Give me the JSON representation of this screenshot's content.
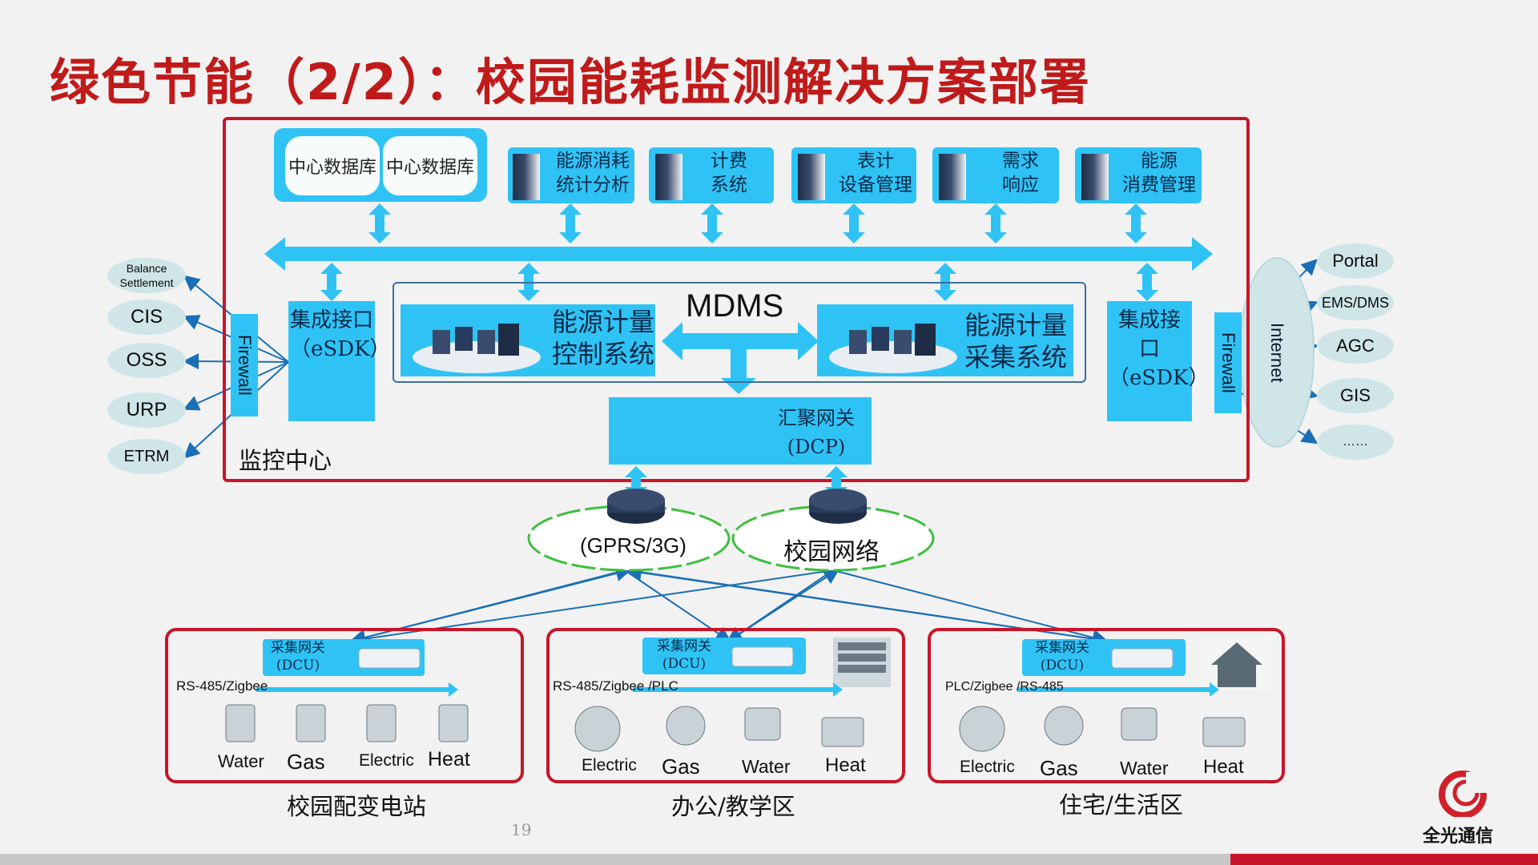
{
  "title": "绿色节能（2/2）：校园能耗监测解决方案部署",
  "monitor_center": {
    "label": "监控中心",
    "databases": [
      "中心数据库",
      "中心数据库"
    ],
    "apps": [
      {
        "l1": "能源消耗",
        "l2": "统计分析"
      },
      {
        "l1": "计费",
        "l2": "系统"
      },
      {
        "l1": "表计",
        "l2": "设备管理"
      },
      {
        "l1": "需求",
        "l2": "响应"
      },
      {
        "l1": "能源",
        "l2": "消费管理"
      }
    ],
    "esdk_left": {
      "l1": "集成接口",
      "l2": "（eSDK）"
    },
    "esdk_right": {
      "l1": "集成接口",
      "l2": "（eSDK）"
    },
    "firewall_left": "Firewall",
    "firewall_right": "Firewall",
    "mdms": "MDMS",
    "control_system": {
      "l1": "能源计量",
      "l2": "控制系统"
    },
    "collect_system": {
      "l1": "能源计量",
      "l2": "采集系统"
    },
    "dcp": {
      "l1": "汇聚网关",
      "l2": "(DCP)"
    }
  },
  "left_systems": [
    {
      "l1": "Balance",
      "l2": "Settlement"
    },
    {
      "l1": "CIS",
      "l2": ""
    },
    {
      "l1": "OSS",
      "l2": ""
    },
    {
      "l1": "URP",
      "l2": ""
    },
    {
      "l1": "ETRM",
      "l2": ""
    }
  ],
  "internet": "Internet",
  "right_systems": [
    "Portal",
    "EMS/DMS",
    "AGC",
    "GIS",
    "……"
  ],
  "networks": [
    "(GPRS/3G)",
    "校园网络"
  ],
  "sites": [
    {
      "name": "校园配变电站",
      "dcu": {
        "l1": "采集网关",
        "l2": "(DCU)"
      },
      "bus": "RS-485/Zigbee",
      "meters": [
        "Water",
        "Gas",
        "Electric",
        "Heat"
      ]
    },
    {
      "name": "办公/教学区",
      "dcu": {
        "l1": "采集网关",
        "l2": "(DCU)"
      },
      "bus": "RS-485/Zigbee /PLC",
      "meters": [
        "Electric",
        "Gas",
        "Water",
        "Heat"
      ]
    },
    {
      "name": "住宅/生活区",
      "dcu": {
        "l1": "采集网关",
        "l2": "(DCU)"
      },
      "bus": "PLC/Zigbee /RS-485",
      "meters": [
        "Electric",
        "Gas",
        "Water",
        "Heat"
      ]
    }
  ],
  "page_number": "19",
  "logo_text": "全光通信",
  "colors": {
    "accent_red": "#c8152a",
    "cyan": "#2fc3f5",
    "arrow_blue": "#1a6fb6"
  }
}
